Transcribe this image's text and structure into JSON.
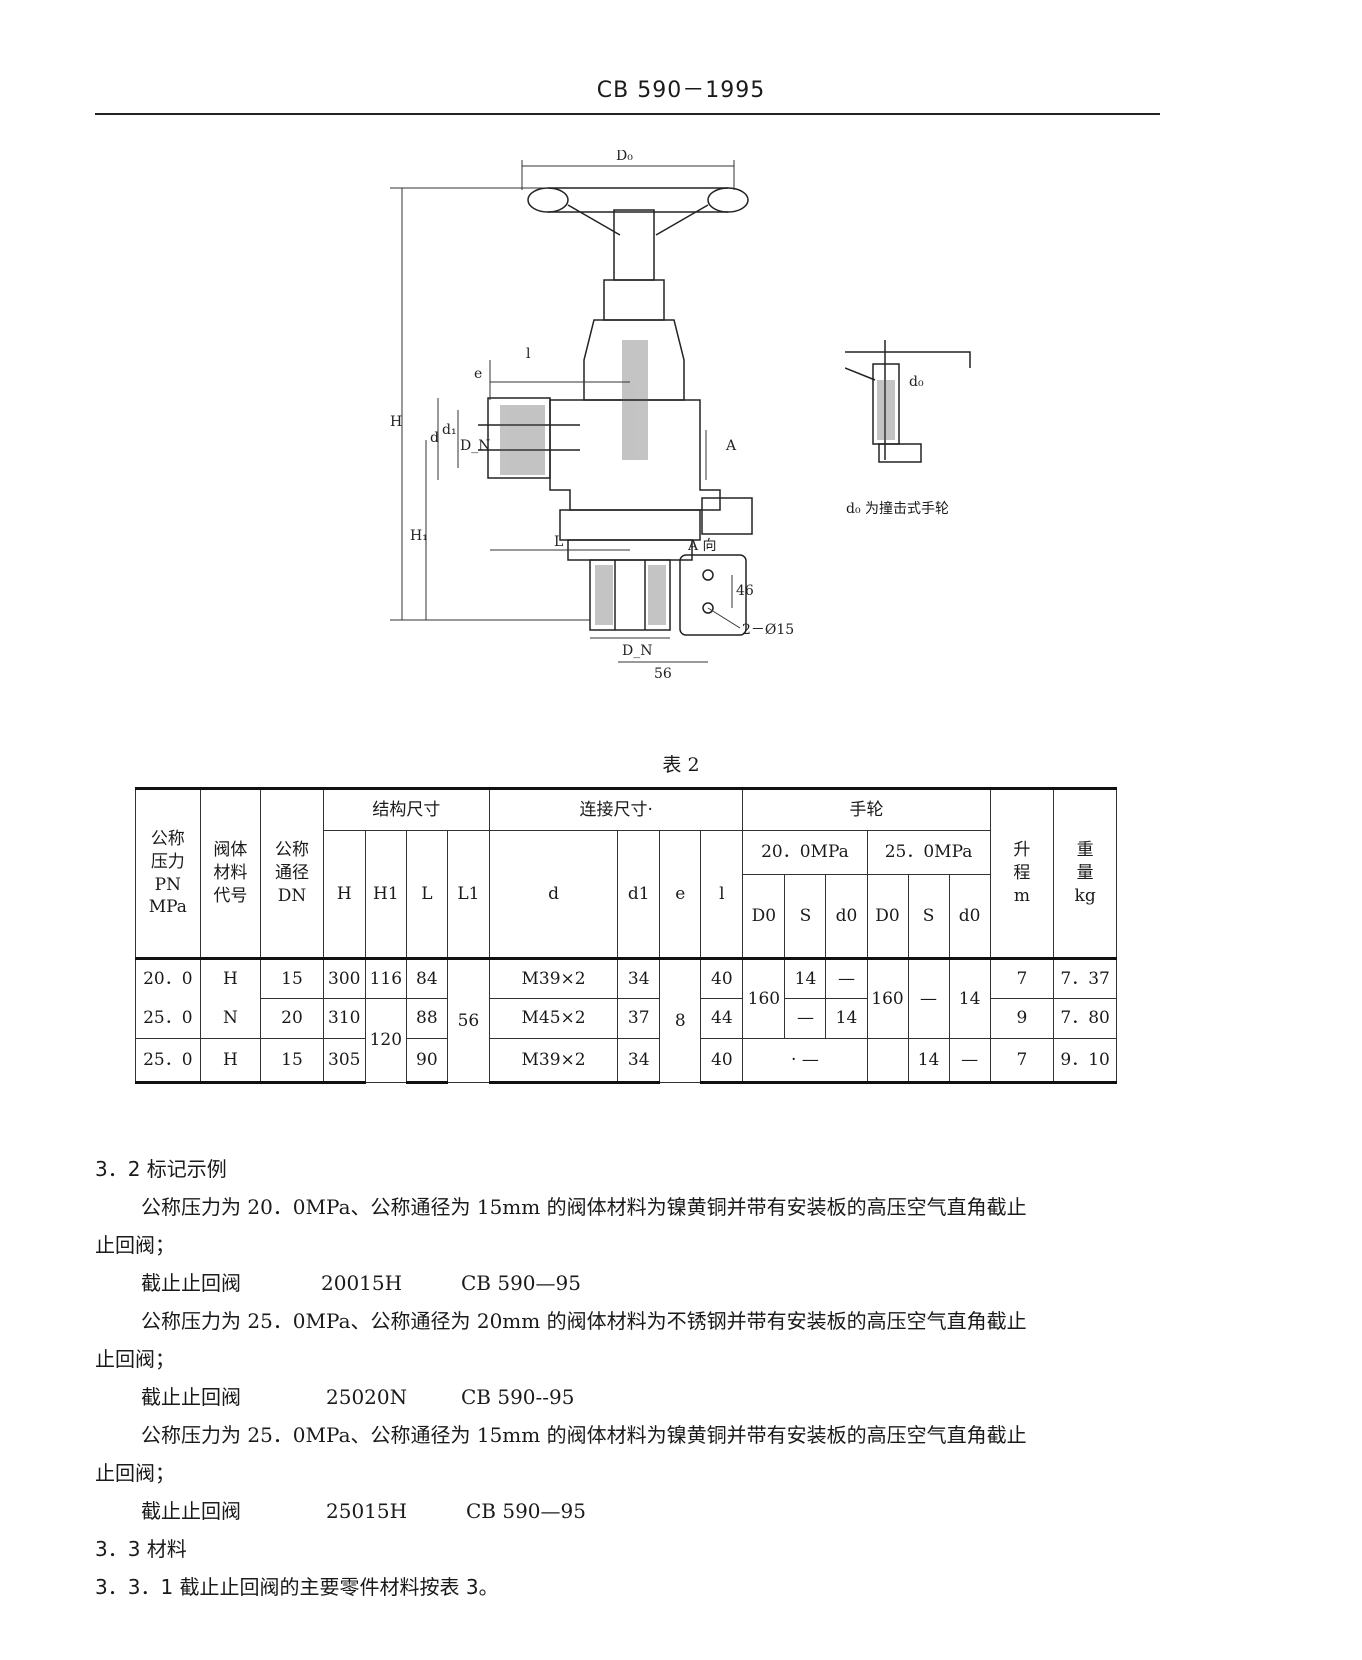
{
  "header": {
    "standard": "CB 590－1995"
  },
  "figure": {
    "labels": {
      "D0": "D₀",
      "H": "H",
      "H1": "H₁",
      "l": "l",
      "e": "e",
      "d": "d",
      "d1": "d₁",
      "DN_side": "D_N",
      "L": "L",
      "DN_bottom": "D_N",
      "A": "A",
      "A_view": "A 向",
      "dim46": "46",
      "holes": "2－Ø15",
      "dim56": "56"
    },
    "detail_label": "d₀",
    "detail_caption": "d₀ 为撞击式手轮"
  },
  "table": {
    "title": "表 2",
    "head": {
      "pn": [
        "公称",
        "压力",
        "PN",
        "MPa"
      ],
      "material": [
        "阀体",
        "材料",
        "代号"
      ],
      "dn": [
        "公称",
        "通径",
        "DN"
      ],
      "struct": "结构尺寸",
      "conn": "连接尺寸·",
      "hand": "手轮",
      "lift": [
        "升",
        "程",
        "m"
      ],
      "weight": [
        "重",
        "量",
        "kg"
      ],
      "H": "H",
      "H1": "H1",
      "L": "L",
      "L1": "L1",
      "d": "d",
      "d1": "d1",
      "e": "e",
      "l": "l",
      "p20": "20．0MPa",
      "p25": "25．0MPa",
      "D0a": "D0",
      "Sa": "S",
      "d0a": "d0",
      "D0b": "D0",
      "Sb": "S",
      "d0b": "d0"
    },
    "rows": [
      {
        "pn": "20．0",
        "mat": "H",
        "dn": "15",
        "H": "300",
        "H1": "116",
        "L": "84",
        "d": "M39×2",
        "d1": "34",
        "l": "40",
        "S20": "14",
        "d020": "—",
        "lift": "7",
        "weight": "7．37"
      },
      {
        "pn": "25．0",
        "mat": "N",
        "dn": "20",
        "H": "310",
        "L": "88",
        "d": "M45×2",
        "d1": "37",
        "l": "44",
        "S20": "—",
        "d020": "14",
        "lift": "9",
        "weight": "7．80"
      },
      {
        "pn": "25．0",
        "mat": "H",
        "dn": "15",
        "H": "305",
        "L": "90",
        "d": "M39×2",
        "d1": "34",
        "l": "40",
        "h20": "·  —",
        "S25": "14",
        "d025": "—",
        "lift": "7",
        "weight": "9．10"
      }
    ],
    "merged": {
      "L1": "56",
      "e": "8",
      "D0_20": "160",
      "H1_23": "120",
      "D0_25": "160",
      "S25_12": "—",
      "d025_12": "14"
    }
  },
  "text": {
    "s32": "3．2  标记示例",
    "p1": "公称压力为 20．0MPa、公称通径为 15mm 的阀体材料为镍黄铜并带有安装板的高压空气直角截止",
    "p1b": "止回阀；",
    "m1": [
      "截止止回阀",
      "20015H",
      "CB 590—95"
    ],
    "p2": "公称压力为 25．0MPa、公称通径为 20mm 的阀体材料为不锈钢并带有安装板的高压空气直角截止",
    "p2b": "止回阀；",
    "m2": [
      "截止止回阀",
      "25020N",
      "CB 590--95"
    ],
    "p3": "公称压力为 25．0MPa、公称通径为 15mm 的阀体材料为镍黄铜并带有安装板的高压空气直角截止",
    "p3b": "止回阀；",
    "m3": [
      "截止止回阀",
      "25015H",
      "CB 590—95"
    ],
    "s33": "3．3  材料",
    "s331": "3．3．1   截止止回阀的主要零件材料按表 3。"
  }
}
